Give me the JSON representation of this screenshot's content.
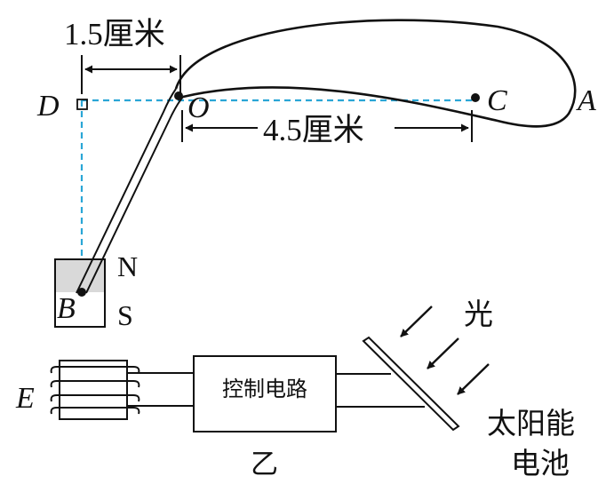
{
  "diagram": {
    "dimension_top": "1.5厘米",
    "dimension_mid": "4.5厘米",
    "point_D": "D",
    "point_O": "O",
    "point_C": "C",
    "point_A": "A",
    "point_B": "B",
    "pole_N": "N",
    "pole_S": "S",
    "coil_E": "E",
    "control_box": "控制电路",
    "light": "光",
    "solar_line1": "太阳能",
    "solar_line2": "电池",
    "figure_label": "乙",
    "colors": {
      "ink": "#111111",
      "dashed_guide": "#2aa6d6",
      "magnet_shade": "#d9d9d9"
    }
  }
}
